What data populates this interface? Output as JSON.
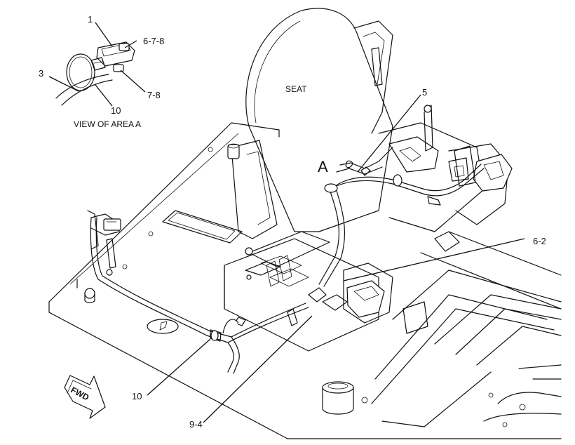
{
  "diagram": {
    "callouts": {
      "detail_1": "1",
      "detail_6_7_8": "6-7-8",
      "detail_3": "3",
      "detail_7_8": "7-8",
      "detail_10": "10",
      "view_title": "VIEW OF AREA A",
      "seat": "SEAT",
      "area_a": "A",
      "item_5": "5",
      "item_6_2": "6-2",
      "item_10": "10",
      "item_9_4": "9-4",
      "fwd": "FWD"
    }
  }
}
